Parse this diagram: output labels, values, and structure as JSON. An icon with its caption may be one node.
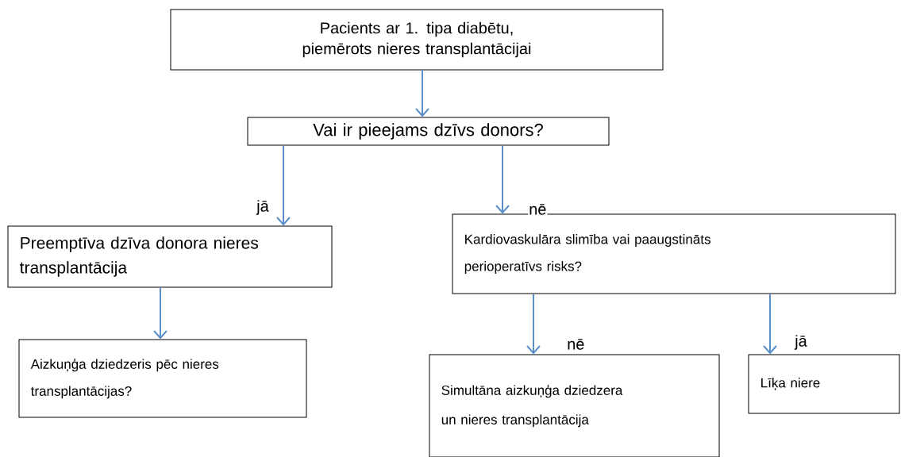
{
  "diagram": {
    "nodes": [
      {
        "text": [
          "Pacients ar 1. tipa diabētu, piemērots nieres transplantācijai"
        ]
      },
      {
        "text": [
          "Vai ir pieejams dzīvs donors?"
        ]
      },
      {
        "text": [
          "Preemptīva dzīva donora nieres transplantācija"
        ]
      },
      {
        "text": [
          "Kardiovaskulāra slimība vai paaugstināts perioperatīvs risks?"
        ]
      },
      {
        "text": [
          "Aizkuņģa dziedzeris pēc nieres transplantācijas?"
        ]
      },
      {
        "text": [
          "Simultāna aizkuņģa dziedzera un nieres transplantācija"
        ]
      },
      {
        "text": [
          "Līķa niere"
        ]
      }
    ],
    "edges": [
      {
        "from": 0,
        "to": 1,
        "arrow": "to"
      },
      {
        "from": 1,
        "to": 2,
        "arrow": "to",
        "label": "jā"
      },
      {
        "from": 1,
        "to": 3,
        "arrow": "to",
        "label": "nē"
      },
      {
        "from": 2,
        "to": 4,
        "arrow": "to"
      },
      {
        "from": 3,
        "to": 5,
        "arrow": "to",
        "label": "nē"
      },
      {
        "from": 3,
        "to": 6,
        "arrow": "to",
        "label": "jā"
      }
    ]
  }
}
